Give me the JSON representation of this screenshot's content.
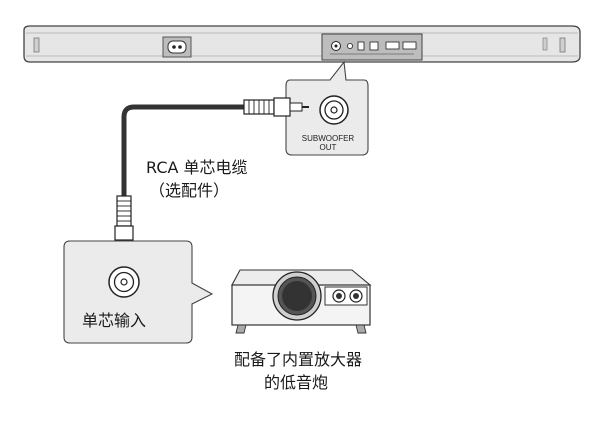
{
  "cable": {
    "label_line1": "RCA 单芯电缆",
    "label_line2": "（选配件）"
  },
  "soundbar": {
    "port_label_line1": "SUBWOOFER",
    "port_label_line2": "OUT"
  },
  "subwoofer_input": {
    "label": "单芯输入"
  },
  "subwoofer": {
    "label_line1": "配备了内置放大器",
    "label_line2": "的低音炮"
  }
}
